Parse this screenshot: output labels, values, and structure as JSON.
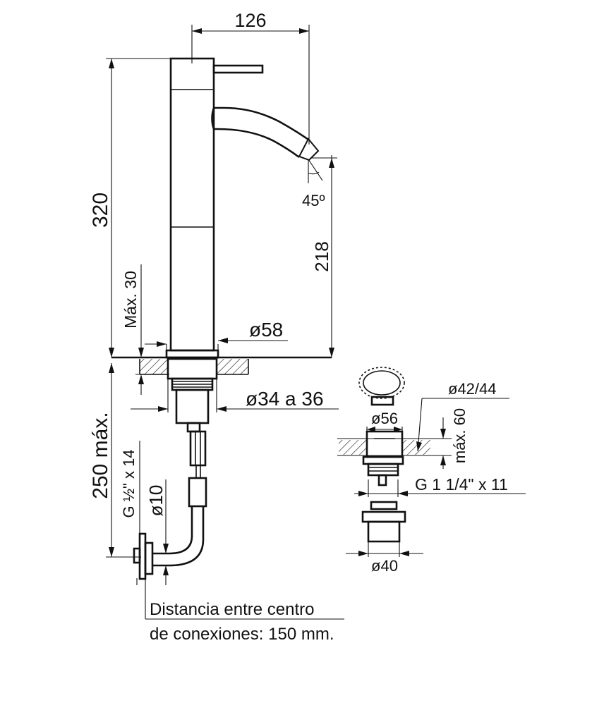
{
  "dimensions": {
    "width_126": "126",
    "height_320": "320",
    "angle_45": "45º",
    "height_218": "218",
    "max_30": "Máx. 30",
    "dia_58": "ø58",
    "dia_34_36": "ø34 a 36",
    "max_250": "250 máx.",
    "thread_g12": "G ½\" x 14",
    "dia_10": "ø10",
    "dia_42_44": "ø42/44",
    "dia_56": "ø56",
    "max_60": "máx. 60",
    "thread_g114": "G 1 1/4\" x 11",
    "dia_40": "ø40"
  },
  "note": {
    "line1": "Distancia entre centro",
    "line2": "de conexiones: 150 mm."
  }
}
